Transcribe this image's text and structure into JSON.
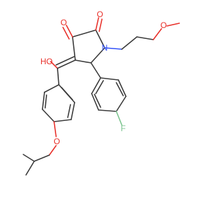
{
  "atoms": {
    "n1": "N",
    "o_ring_top": "O",
    "o_ring_carbonyl": "O",
    "o_methoxy": "O",
    "o_hydroxy": "HO",
    "o_ether": "O",
    "f": "F"
  },
  "colors": {
    "bond": "#3a3a3a",
    "oxygen": "#e8302a",
    "nitrogen": "#3050f8",
    "fluorine": "#7cc48f"
  }
}
